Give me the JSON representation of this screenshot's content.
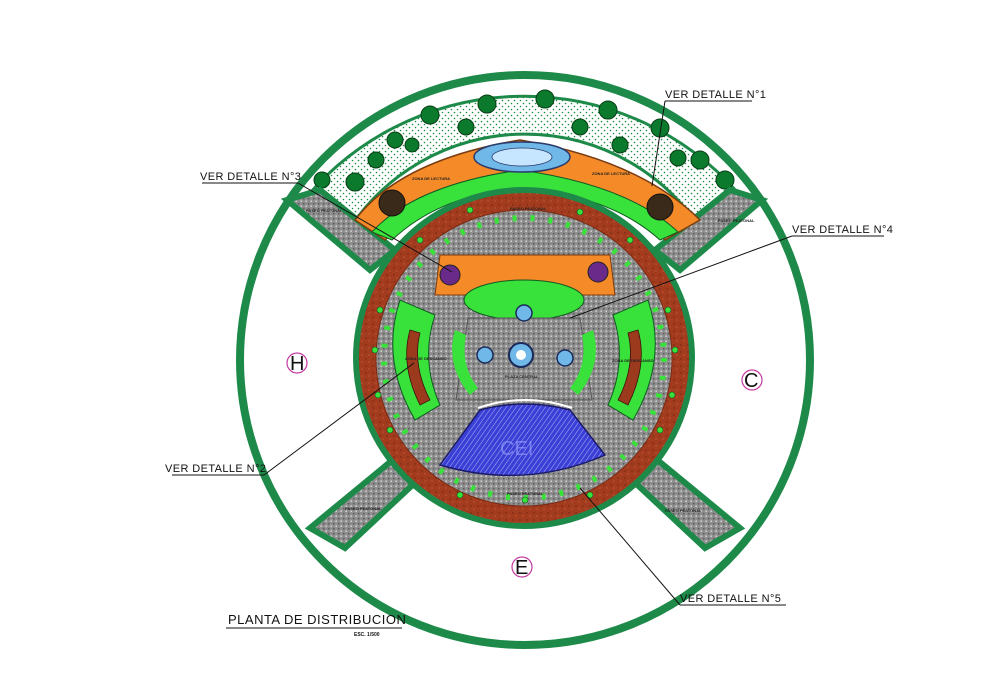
{
  "title": "PLANTA DE DISTRIBUCION",
  "scale": "ESC. 1/500",
  "zones": {
    "h": "H",
    "c": "C",
    "e": "E"
  },
  "callouts": {
    "d1": "VER DETALLE N°1",
    "d2": "VER DETALLE N°2",
    "d3": "VER DETALLE N°3",
    "d4": "VER DETALLE N°4",
    "d5": "VER DETALLE N°5"
  },
  "labels": {
    "paseo_top": "PASEO PEATONAL",
    "paseo_bottom": "PASEO PEATONAL",
    "paseo_nw": "PASEO PEATONAL",
    "paseo_ne": "PASEO PEATONAL",
    "paseo_sw": "PASEO PEATONAL",
    "paseo_se": "PASEO PEATONAL",
    "plaza": "PLAZA CENTRAL",
    "lectura_left": "ZONA DE LECTURA",
    "lectura_right": "ZONA DE LECTURA",
    "descanso_left": "ZONA DE DESCANSO",
    "descanso_right": "ZONA DE DESCANSO",
    "cei": "CEI"
  },
  "colors": {
    "outer_ring": "#1e8a4a",
    "lawn": "#39e23a",
    "brick": "#9c3a1e",
    "paving": "#8a8a8a",
    "orange": "#f58a28",
    "water": "#6fb8e8",
    "amphitheater": "#3a40d8",
    "tree_fill": "#0c7a2c"
  }
}
